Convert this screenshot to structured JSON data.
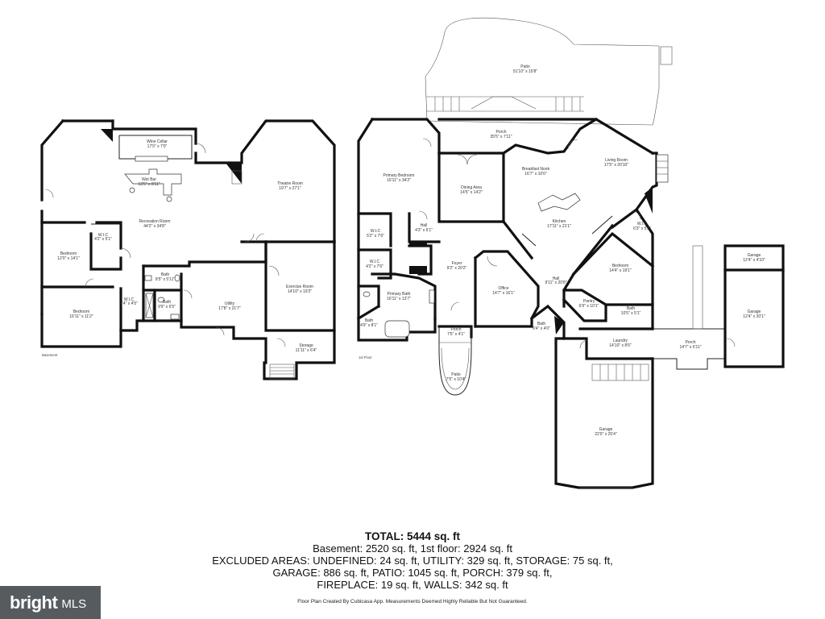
{
  "floors": {
    "basement_label": "Basement",
    "first_label": "1st Floor"
  },
  "basement_rooms": [
    {
      "name": "Wine Cellar",
      "dims": "17'5\" x 7'0\""
    },
    {
      "name": "Wet Bar",
      "dims": "13'5\" x 8'11\""
    },
    {
      "name": "Theatre Room",
      "dims": "19'7\" x 27'1\""
    },
    {
      "name": "Recreation Room",
      "dims": "44'2\" x 34'8\""
    },
    {
      "name": "W.I.C",
      "dims": "4'2\" x 5'1\""
    },
    {
      "name": "Bedroom",
      "dims": "12'0\" x 14'1\""
    },
    {
      "name": "Bath",
      "dims": "8'5\" x 5'11\""
    },
    {
      "name": "Exercise Room",
      "dims": "14'10\" x 19'2\""
    },
    {
      "name": "Utility",
      "dims": "17'8\" x 21'7\""
    },
    {
      "name": "W.I.C",
      "dims": "4'4\" x 4'5\""
    },
    {
      "name": "Bath",
      "dims": "9'9\" x 6'5\""
    },
    {
      "name": "Bedroom",
      "dims": "16'11\" x 11'2\""
    },
    {
      "name": "Storage",
      "dims": "11'11\" x 6'4\""
    }
  ],
  "first_rooms": [
    {
      "name": "Patio",
      "dims": "51'10\" x 15'8\""
    },
    {
      "name": "Porch",
      "dims": "35'5\" x 7'11\""
    },
    {
      "name": "Primary Bedroom",
      "dims": "16'11\" x 34'2\""
    },
    {
      "name": "Dining Area",
      "dims": "14'5\" x 14'2\""
    },
    {
      "name": "Breakfast Nook",
      "dims": "16'7\" x 10'0\""
    },
    {
      "name": "Living Room",
      "dims": "17'5\" x 20'10\""
    },
    {
      "name": "Kitchen",
      "dims": "17'11\" x 21'1\""
    },
    {
      "name": "W.I.C",
      "dims": "5'2\" x 7'6\""
    },
    {
      "name": "Hall",
      "dims": "4'3\" x 6'1\""
    },
    {
      "name": "W.I.C",
      "dims": "6'3\" x 5'5\""
    },
    {
      "name": "W.I.C",
      "dims": "4'2\" x 7'6\""
    },
    {
      "name": "Foyer",
      "dims": "9'2\" x 20'2\""
    },
    {
      "name": "Office",
      "dims": "14'7\" x 16'1\""
    },
    {
      "name": "Hall",
      "dims": "9'11\" x 20'8\""
    },
    {
      "name": "Bedroom",
      "dims": "14'4\" x 19'1\""
    },
    {
      "name": "Primary Bath",
      "dims": "16'11\" x 13'7\""
    },
    {
      "name": "Pantry",
      "dims": "6'9\" x 10'1\""
    },
    {
      "name": "Bath",
      "dims": "10'5\" x 5'1\""
    },
    {
      "name": "Bath",
      "dims": "4'9\" x 8'1\""
    },
    {
      "name": "Bath",
      "dims": "6'4\" x 4'0\""
    },
    {
      "name": "Porch",
      "dims": "7'5\" x 4'1\""
    },
    {
      "name": "Laundry",
      "dims": "14'10\" x 8'6\""
    },
    {
      "name": "Porch",
      "dims": "14'7\" x 6'11\""
    },
    {
      "name": "Patio",
      "dims": "7'5\" x 10'4\""
    },
    {
      "name": "Garage",
      "dims": "12'4\" x 4'10\""
    },
    {
      "name": "Garage",
      "dims": "12'4\" x 20'1\""
    },
    {
      "name": "Garage",
      "dims": "22'0\" x 25'4\""
    }
  ],
  "summary": {
    "total": "TOTAL: 5444 sq. ft",
    "line1": "Basement: 2520 sq. ft, 1st floor: 2924 sq. ft",
    "line2": "EXCLUDED AREAS: UNDEFINED: 24 sq. ft, UTILITY: 329 sq. ft, STORAGE: 75 sq. ft,",
    "line3": "GARAGE: 886 sq. ft, PATIO: 1045 sq. ft, PORCH: 379 sq. ft,",
    "line4": "FIREPLACE: 19 sq. ft, WALLS: 342 sq. ft"
  },
  "credit": "Floor Plan Created By Cubicasa App. Measurements Deemed Highly Reliable But Not Guaranteed.",
  "brand": {
    "main": "bright",
    "sub": "MLS"
  }
}
